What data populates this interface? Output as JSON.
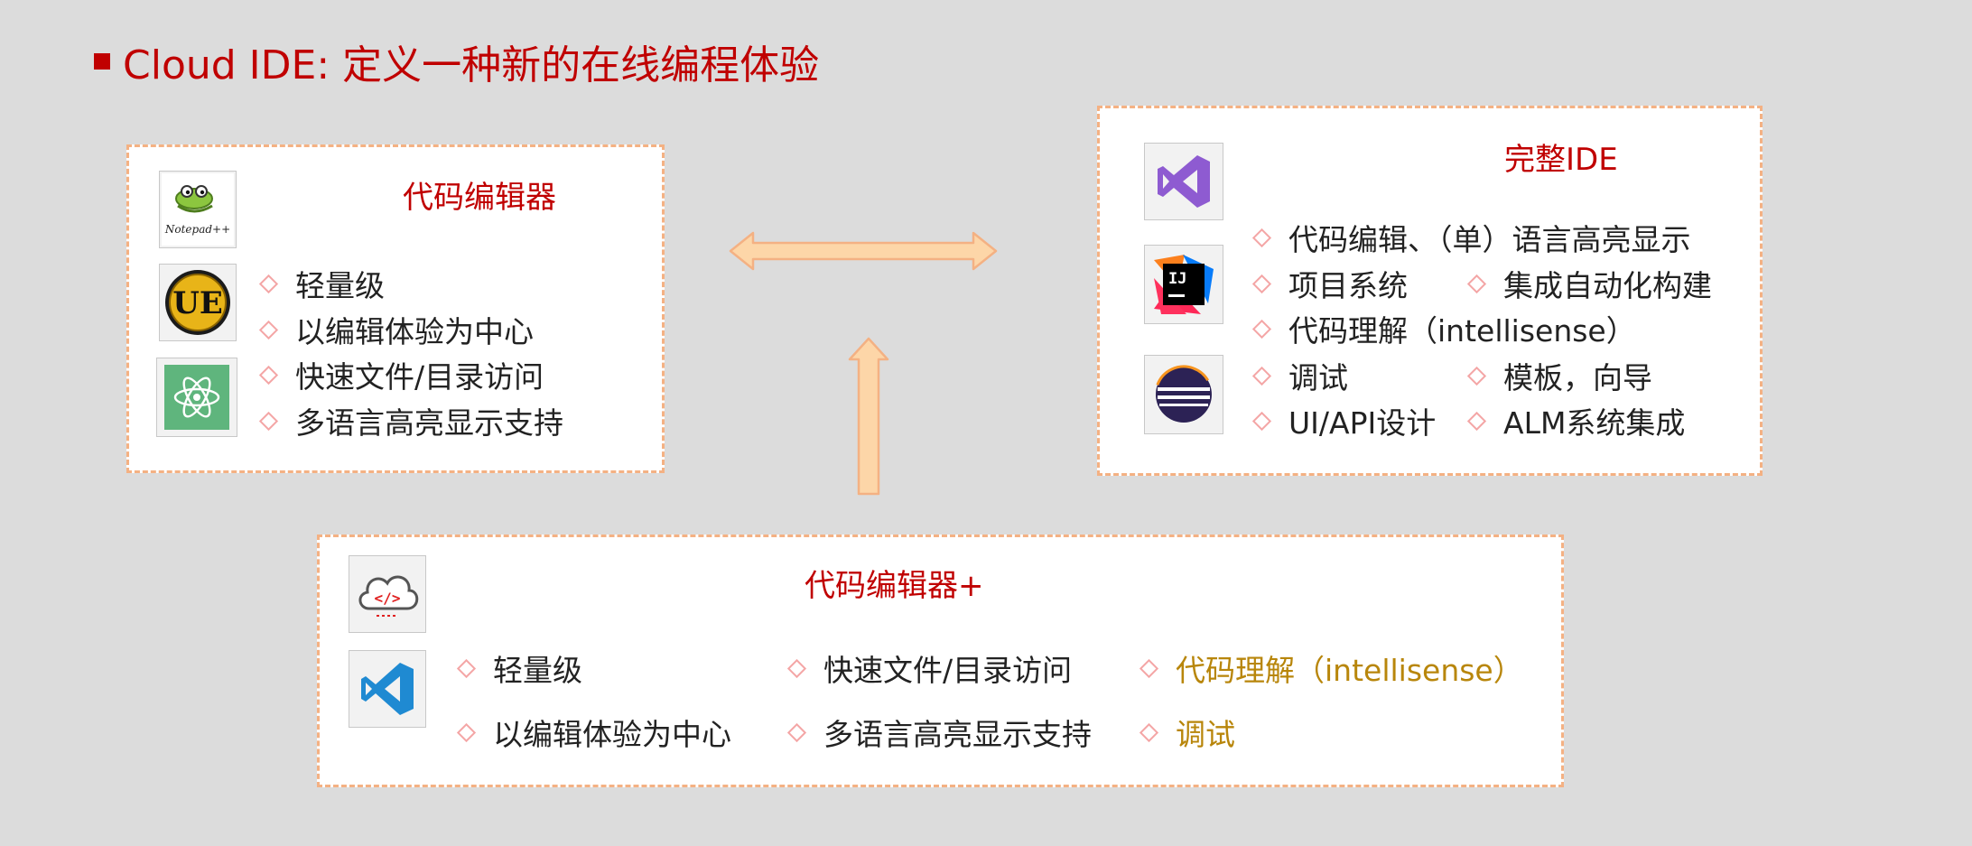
{
  "slide_title": "Cloud IDE: 定义一种新的在线编程体验",
  "code_editor": {
    "title": "代码编辑器",
    "items": [
      "轻量级",
      "以编辑体验为中心",
      "快速文件/目录访问",
      "多语言高亮显示支持"
    ],
    "icons": [
      "notepad-plus-plus-icon",
      "ultraedit-icon",
      "atom-icon"
    ],
    "icon_text": {
      "notepad": "Notepad++",
      "ue": "UE"
    }
  },
  "full_ide": {
    "title": "完整IDE",
    "items": [
      "代码编辑、（单）语言高亮显示",
      "项目系统",
      "集成自动化构建",
      "代码理解（intellisense）",
      "调试",
      "模板，向导",
      "UI/API设计",
      "ALM系统集成"
    ],
    "icons": [
      "visual-studio-icon",
      "intellij-icon",
      "eclipse-icon"
    ],
    "icon_text": {
      "ij": "IJ"
    }
  },
  "code_editor_plus": {
    "title": "代码编辑器+",
    "items": [
      "轻量级",
      "快速文件/目录访问",
      "代码理解（intellisense）",
      "以编辑体验为中心",
      "多语言高亮显示支持",
      "调试"
    ],
    "icons": [
      "cloud-code-icon",
      "vscode-icon"
    ]
  },
  "colors": {
    "title_red": "#c00000",
    "box_border": "#f4b183",
    "arrow_fill": "#fdd6a8",
    "arrow_stroke": "#f4b183",
    "highlight_gold": "#b8860b",
    "bullet": "#f4a6a6"
  }
}
